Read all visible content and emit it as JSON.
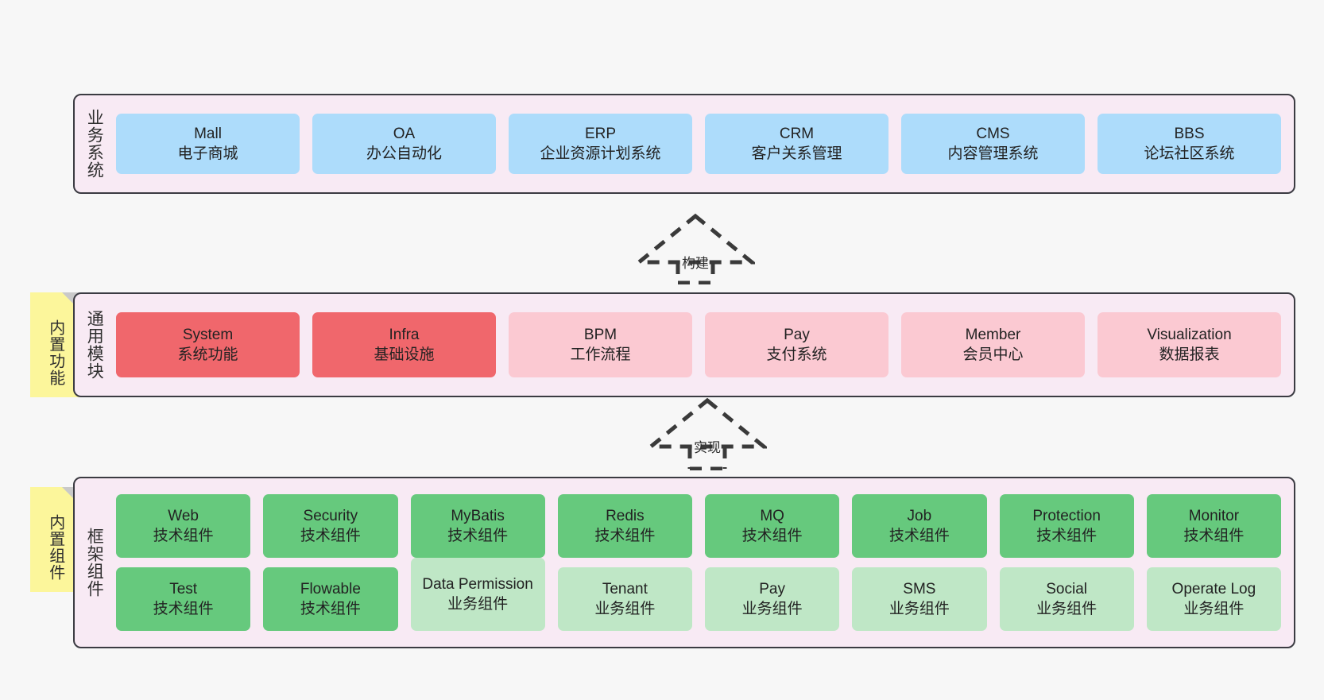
{
  "diagram": {
    "title": "",
    "background": "#F7F7F7",
    "colors": {
      "layer_bg": "#F8EAF4",
      "layer_border": "#3B3B42",
      "business_node": "#ADDCFB",
      "module_primary": "#F0676C",
      "module_secondary": "#FBC9D2",
      "framework_tech": "#66C97D",
      "framework_biz": "#BFE7C6",
      "sticky_note": "#FCF69B",
      "sticky_fold": "#C9C9C9"
    }
  },
  "layers": {
    "business": {
      "title": "业务系统",
      "nodes": [
        {
          "en": "Mall",
          "cn": "电子商城"
        },
        {
          "en": "OA",
          "cn": "办公自动化"
        },
        {
          "en": "ERP",
          "cn": "企业资源计划系统"
        },
        {
          "en": "CRM",
          "cn": "客户关系管理"
        },
        {
          "en": "CMS",
          "cn": "内容管理系统"
        },
        {
          "en": "BBS",
          "cn": "论坛社区系统"
        }
      ]
    },
    "common": {
      "title": "通用模块",
      "sticky": "内置功能",
      "nodes": [
        {
          "en": "System",
          "cn": "系统功能",
          "style": "red"
        },
        {
          "en": "Infra",
          "cn": "基础设施",
          "style": "red"
        },
        {
          "en": "BPM",
          "cn": "工作流程",
          "style": "pink"
        },
        {
          "en": "Pay",
          "cn": "支付系统",
          "style": "pink"
        },
        {
          "en": "Member",
          "cn": "会员中心",
          "style": "pink"
        },
        {
          "en": "Visualization",
          "cn": "数据报表",
          "style": "pink"
        }
      ]
    },
    "framework": {
      "title": "框架组件",
      "sticky": "内置组件",
      "row1": [
        {
          "en": "Web",
          "cn": "技术组件",
          "style": "green"
        },
        {
          "en": "Security",
          "cn": "技术组件",
          "style": "green"
        },
        {
          "en": "MyBatis",
          "cn": "技术组件",
          "style": "green"
        },
        {
          "en": "Redis",
          "cn": "技术组件",
          "style": "green"
        },
        {
          "en": "MQ",
          "cn": "技术组件",
          "style": "green"
        },
        {
          "en": "Job",
          "cn": "技术组件",
          "style": "green"
        },
        {
          "en": "Protection",
          "cn": "技术组件",
          "style": "green"
        },
        {
          "en": "Monitor",
          "cn": "技术组件",
          "style": "green"
        }
      ],
      "row2": [
        {
          "en": "Test",
          "cn": "技术组件",
          "style": "green"
        },
        {
          "en": "Flowable",
          "cn": "技术组件",
          "style": "green"
        },
        {
          "en": "Data Permission",
          "cn": "业务组件",
          "style": "lgreen",
          "tall": true
        },
        {
          "en": "Tenant",
          "cn": "业务组件",
          "style": "lgreen"
        },
        {
          "en": "Pay",
          "cn": "业务组件",
          "style": "lgreen"
        },
        {
          "en": "SMS",
          "cn": "业务组件",
          "style": "lgreen"
        },
        {
          "en": "Social",
          "cn": "业务组件",
          "style": "lgreen"
        },
        {
          "en": "Operate Log",
          "cn": "业务组件",
          "style": "lgreen"
        }
      ]
    }
  },
  "relations": [
    {
      "label": "构建",
      "from": "通用模块",
      "to": "业务系统"
    },
    {
      "label": "实现",
      "from": "框架组件",
      "to": "通用模块"
    }
  ]
}
